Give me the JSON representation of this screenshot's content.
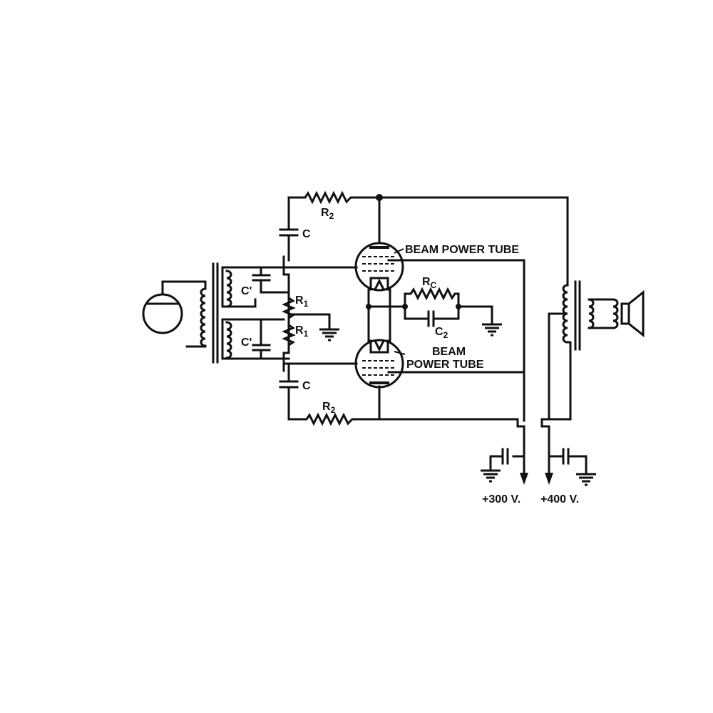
{
  "labels": {
    "r2_top": "R",
    "r2_top_sub": "2",
    "c_top": "C",
    "c_prime_top": "C'",
    "r1_top": "R",
    "r1_top_sub": "1",
    "r1_bot": "R",
    "r1_bot_sub": "1",
    "c_prime_bot": "C'",
    "c_bot": "C",
    "r2_bot": "R",
    "r2_bot_sub": "2",
    "rc": "R",
    "rc_sub": "C",
    "c2": "C",
    "c2_sub": "2",
    "tube_top": "BEAM POWER TUBE",
    "tube_bot_line1": "BEAM",
    "tube_bot_line2": "POWER TUBE",
    "supply_300": "+300 V.",
    "supply_400": "+400 V."
  }
}
